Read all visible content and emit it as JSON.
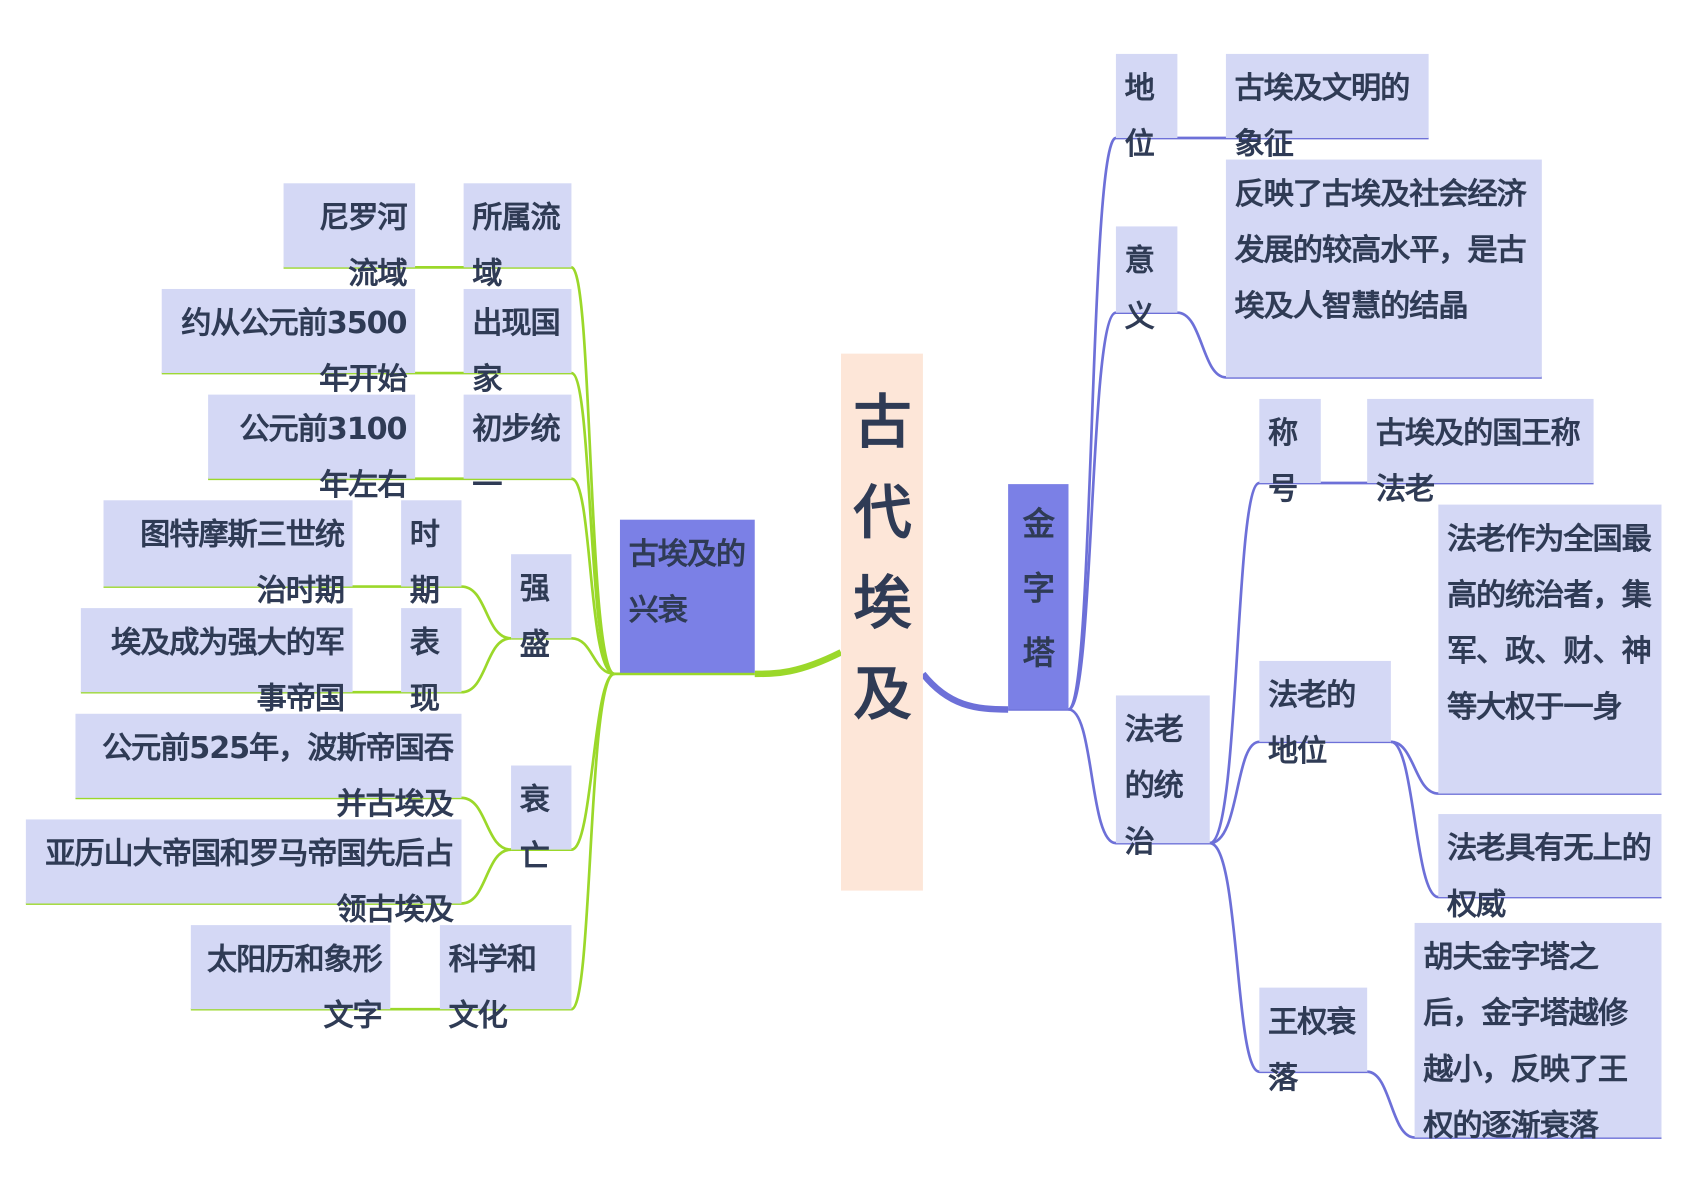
{
  "center": {
    "label": "古代埃及"
  },
  "left": {
    "label": "古埃及的兴衰",
    "items": [
      {
        "label": "所属流域",
        "value": "尼罗河流域"
      },
      {
        "label": "出现国家",
        "value": "约从公元前3500年开始"
      },
      {
        "label": "初步统一",
        "value": "公元前3100年左右"
      },
      {
        "label": "强盛",
        "children": [
          {
            "label": "时期",
            "value": "图特摩斯三世统治时期"
          },
          {
            "label": "表现",
            "value": "埃及成为强大的军事帝国"
          }
        ]
      },
      {
        "label": "衰亡",
        "children": [
          {
            "value": "公元前525年，波斯帝国吞并古埃及"
          },
          {
            "value": "亚历山大帝国和罗马帝国先后占领古埃及"
          }
        ]
      },
      {
        "label": "科学和文化",
        "value": "太阳历和象形文字"
      }
    ]
  },
  "right": {
    "label": "金字塔",
    "items": [
      {
        "label": "地位",
        "value": "古埃及文明的象征"
      },
      {
        "label": "意义",
        "value": "反映了古埃及社会经济发展的较高水平，是古埃及人智慧的结晶"
      },
      {
        "label": "法老的统治",
        "children": [
          {
            "label": "称号",
            "value": "古埃及的国王称法老"
          },
          {
            "label": "法老的地位",
            "values": [
              "法老作为全国最高的统治者，集军、政、财、神等大权于一身",
              "法老具有无上的权威"
            ]
          },
          {
            "label": "王权衰落",
            "value": "胡夫金字塔之后，金字塔越修越小，反映了王权的逐渐衰落"
          }
        ]
      }
    ]
  },
  "colors": {
    "left_line": "#9bd82a",
    "right_line": "#6d70d8",
    "node_fill": "#d4d8f5",
    "main_fill": "#7b80e6",
    "center_fill": "#fde6d8"
  }
}
